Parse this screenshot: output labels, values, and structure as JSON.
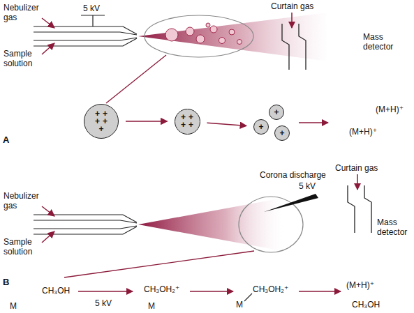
{
  "diagram": {
    "nodes": [
      {
        "text": [
          "+",
          "+",
          "+",
          "+",
          "+"
        ]
      },
      {
        "text": [
          "+",
          "+",
          "+",
          "+"
        ]
      },
      {
        "text": [
          "+"
        ]
      },
      {
        "text": [
          "+"
        ]
      },
      {
        "text": [
          "+"
        ]
      }
    ],
    "edges": [
      {
        "from": 0,
        "to": 1,
        "arrow": "to"
      },
      {
        "from": 1,
        "to": 2,
        "arrow": "to"
      }
    ],
    "labels": [
      "Nebulizer gas",
      "Sample solution",
      "5 kV",
      "Curtain gas",
      "Mass detector",
      "(M+H)⁺",
      "(M+H)⁺",
      "A",
      "Nebulizer gas",
      "Sample solution",
      "Corona discharge",
      "5 kV",
      "Curtain gas",
      "Mass detector",
      "CH₃OH",
      "M",
      "5 kV",
      "CH₃OH₂⁺",
      "M",
      "M",
      "CH₃OH₂⁺",
      "(M+H)⁺",
      "CH₃OH",
      "B"
    ]
  }
}
